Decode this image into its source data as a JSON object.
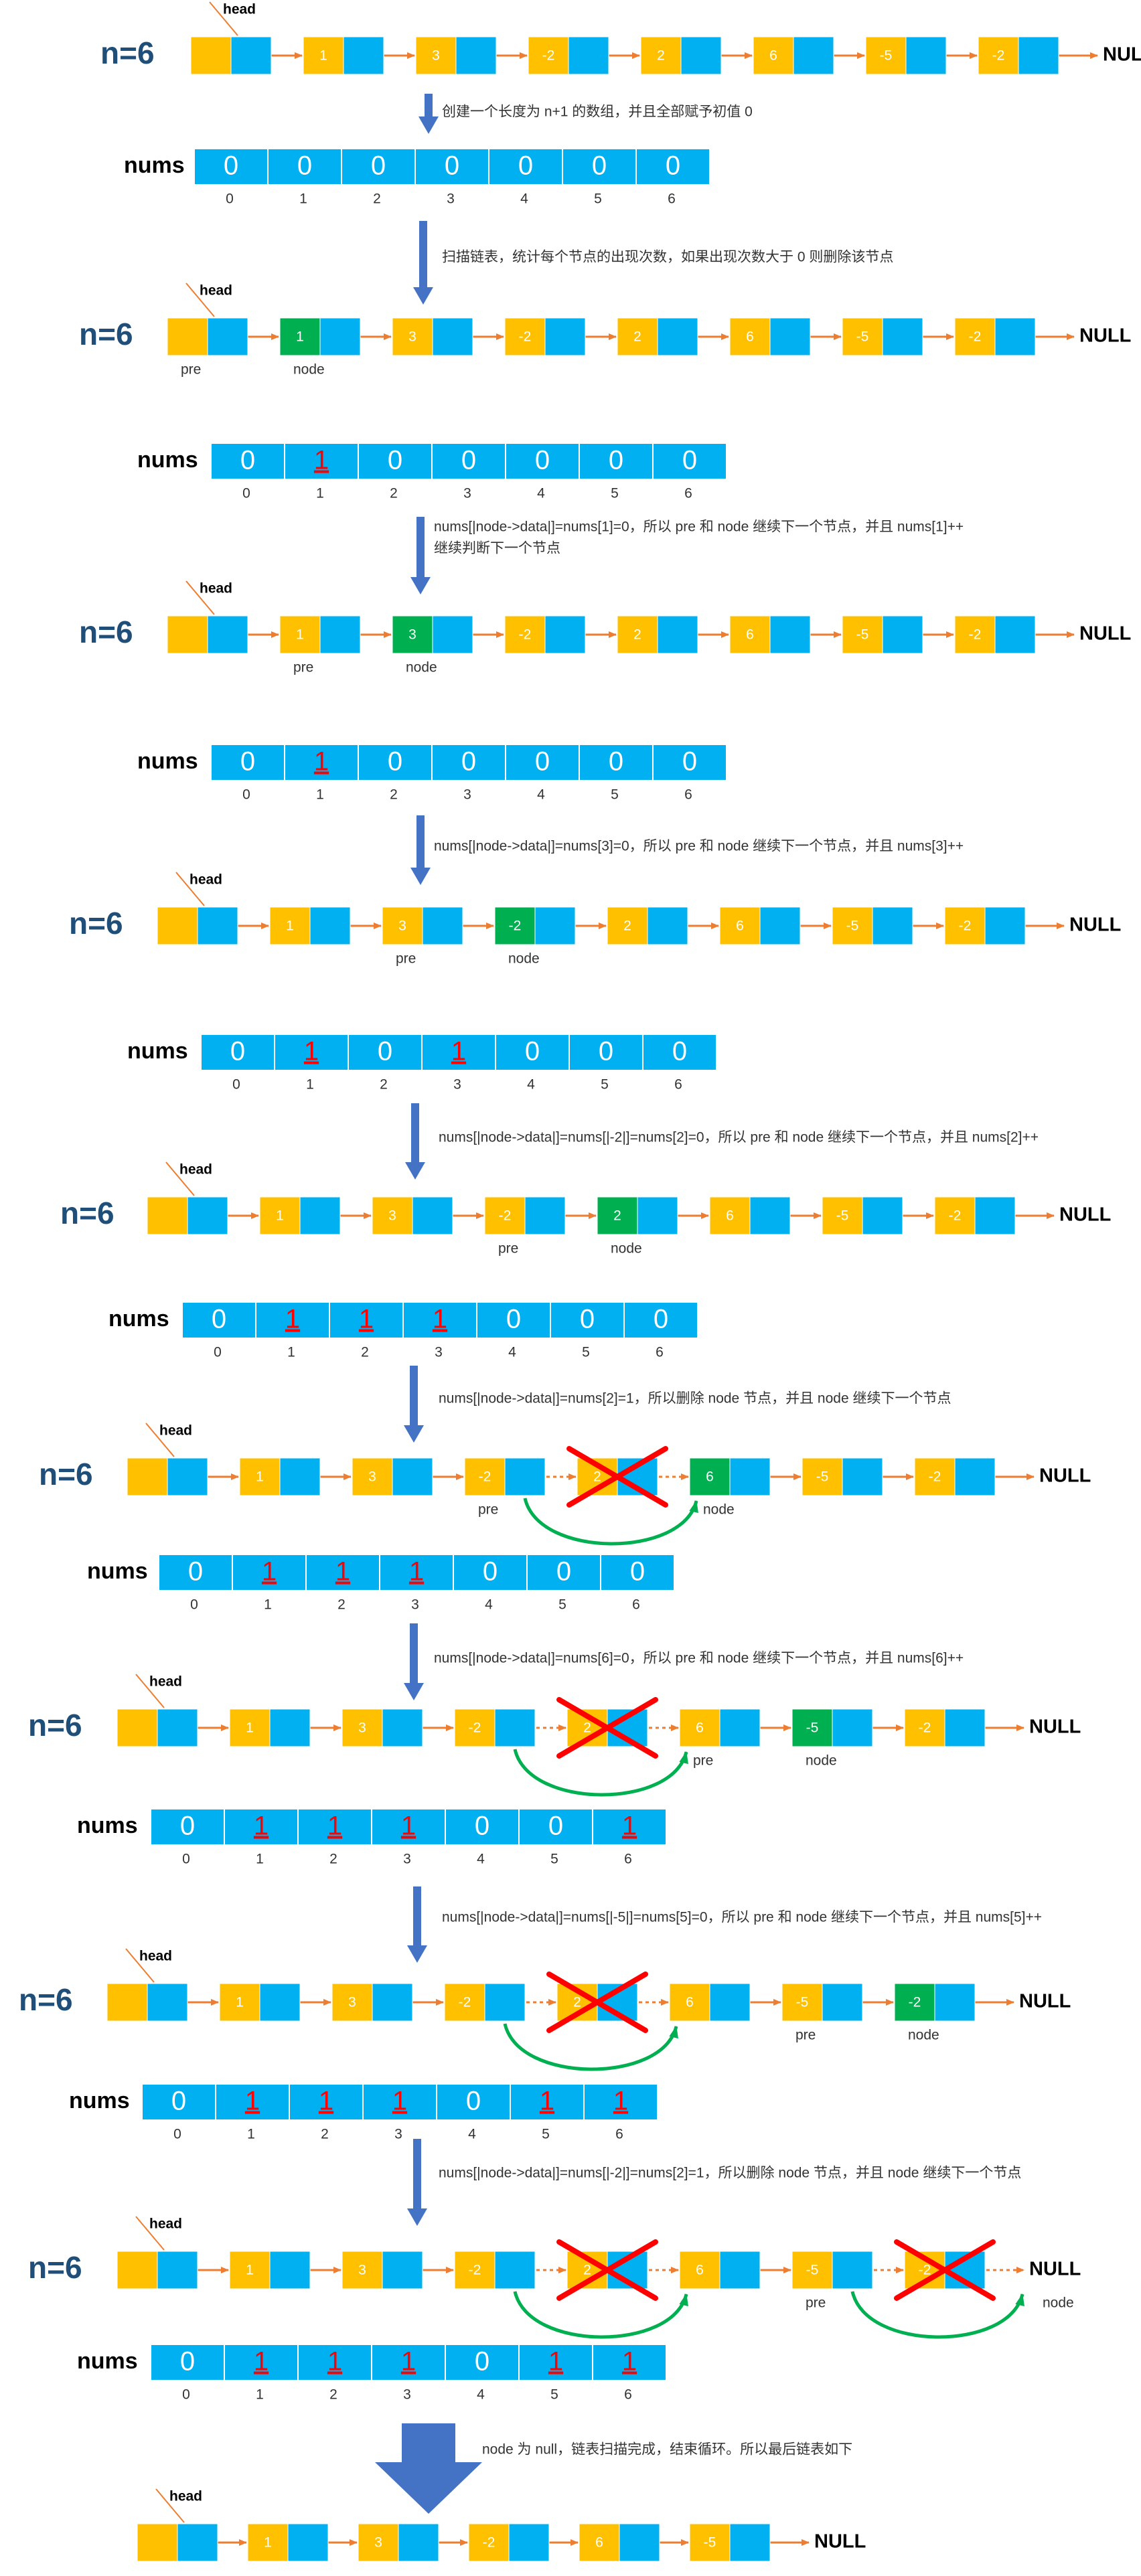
{
  "colors": {
    "data_box": "#ffc000",
    "pointer_box": "#00b0f0",
    "current_node": "#00b050",
    "arrow": "#ed7d31",
    "flow_arrow": "#4472c4",
    "curve": "#00b050",
    "cross": "#ff0000",
    "n_label": "#1f4e79",
    "nums_highlight": "#ff0000"
  },
  "labels": {
    "n": "n=6",
    "null": "NULL",
    "head": "head",
    "pre": "pre",
    "node": "node",
    "nums": "nums"
  },
  "index_labels": [
    "0",
    "1",
    "2",
    "3",
    "4",
    "5",
    "6"
  ],
  "captions": [
    "创建一个长度为 n+1 的数组，并且全部赋予初值 0",
    "扫描链表，统计每个节点的出现次数，如果出现次数大于 0 则删除该节点",
    "nums[|node->data|]=nums[1]=0，所以 pre 和 node 继续下一个节点，并且 nums[1]++",
    "继续判断下一个节点",
    "nums[|node->data|]=nums[3]=0，所以 pre 和 node 继续下一个节点，并且 nums[3]++",
    "nums[|node->data|]=nums[|-2|]=nums[2]=0，所以 pre 和 node 继续下一个节点，并且 nums[2]++",
    "nums[|node->data|]=nums[2]=1，所以删除 node 节点，并且 node 继续下一个节点",
    "nums[|node->data|]=nums[6]=0，所以 pre 和 node 继续下一个节点，并且 nums[6]++",
    "nums[|node->data|]=nums[|-5|]=nums[5]=0，所以 pre 和 node 继续下一个节点，并且 nums[5]++",
    "nums[|node->data|]=nums[|-2|]=nums[2]=1，所以删除 node 节点，并且 node 继续下一个节点",
    "node 为 null，链表扫描完成，结束循环。所以最后链表如下"
  ],
  "lists": [
    {
      "values": [
        "",
        "1",
        "3",
        "-2",
        "2",
        "6",
        "-5",
        "-2"
      ],
      "green": -1,
      "crossed": [],
      "pre": -1,
      "node": -1,
      "curves": []
    },
    {
      "values": [
        "",
        "1",
        "3",
        "-2",
        "2",
        "6",
        "-5",
        "-2"
      ],
      "green": 1,
      "crossed": [],
      "pre": 0,
      "node": 1,
      "curves": []
    },
    {
      "values": [
        "",
        "1",
        "3",
        "-2",
        "2",
        "6",
        "-5",
        "-2"
      ],
      "green": 2,
      "crossed": [],
      "pre": 1,
      "node": 2,
      "curves": []
    },
    {
      "values": [
        "",
        "1",
        "3",
        "-2",
        "2",
        "6",
        "-5",
        "-2"
      ],
      "green": 3,
      "crossed": [],
      "pre": 2,
      "node": 3,
      "curves": []
    },
    {
      "values": [
        "",
        "1",
        "3",
        "-2",
        "2",
        "6",
        "-5",
        "-2"
      ],
      "green": 4,
      "crossed": [],
      "pre": 3,
      "node": 4,
      "curves": []
    },
    {
      "values": [
        "",
        "1",
        "3",
        "-2",
        "2",
        "6",
        "-5",
        "-2"
      ],
      "green": 5,
      "crossed": [
        4
      ],
      "pre": 3,
      "node": 5,
      "curves": [
        [
          3,
          5
        ]
      ]
    },
    {
      "values": [
        "",
        "1",
        "3",
        "-2",
        "2",
        "6",
        "-5",
        "-2"
      ],
      "green": 6,
      "crossed": [
        4
      ],
      "pre": 5,
      "node": 6,
      "curves": [
        [
          3,
          5
        ]
      ]
    },
    {
      "values": [
        "",
        "1",
        "3",
        "-2",
        "2",
        "6",
        "-5",
        "-2"
      ],
      "green": 7,
      "crossed": [
        4
      ],
      "pre": 6,
      "node": 7,
      "curves": [
        [
          3,
          5
        ]
      ]
    },
    {
      "values": [
        "",
        "1",
        "3",
        "-2",
        "2",
        "6",
        "-5",
        "-2"
      ],
      "green": -1,
      "crossed": [
        4,
        7
      ],
      "pre": 6,
      "node": 8,
      "curves": [
        [
          3,
          5
        ],
        [
          6,
          8
        ]
      ]
    },
    {
      "values": [
        "",
        "1",
        "3",
        "-2",
        "6",
        "-5"
      ],
      "green": -1,
      "crossed": [],
      "pre": -1,
      "node": -1,
      "curves": []
    }
  ],
  "arrays": [
    {
      "values": [
        "0",
        "0",
        "0",
        "0",
        "0",
        "0",
        "0"
      ],
      "highlight": []
    },
    {
      "values": [
        "0",
        "1",
        "0",
        "0",
        "0",
        "0",
        "0"
      ],
      "highlight": [
        1
      ]
    },
    {
      "values": [
        "0",
        "1",
        "0",
        "0",
        "0",
        "0",
        "0"
      ],
      "highlight": [
        1
      ]
    },
    {
      "values": [
        "0",
        "1",
        "0",
        "1",
        "0",
        "0",
        "0"
      ],
      "highlight": [
        1,
        3
      ]
    },
    {
      "values": [
        "0",
        "1",
        "1",
        "1",
        "0",
        "0",
        "0"
      ],
      "highlight": [
        1,
        2,
        3
      ]
    },
    {
      "values": [
        "0",
        "1",
        "1",
        "1",
        "0",
        "0",
        "0"
      ],
      "highlight": [
        1,
        2,
        3
      ]
    },
    {
      "values": [
        "0",
        "1",
        "1",
        "1",
        "0",
        "0",
        "1"
      ],
      "highlight": [
        1,
        2,
        3,
        6
      ]
    },
    {
      "values": [
        "0",
        "1",
        "1",
        "1",
        "0",
        "1",
        "1"
      ],
      "highlight": [
        1,
        2,
        3,
        5,
        6
      ]
    },
    {
      "values": [
        "0",
        "1",
        "1",
        "1",
        "0",
        "1",
        "1"
      ],
      "highlight": [
        1,
        2,
        3,
        5,
        6
      ]
    }
  ]
}
